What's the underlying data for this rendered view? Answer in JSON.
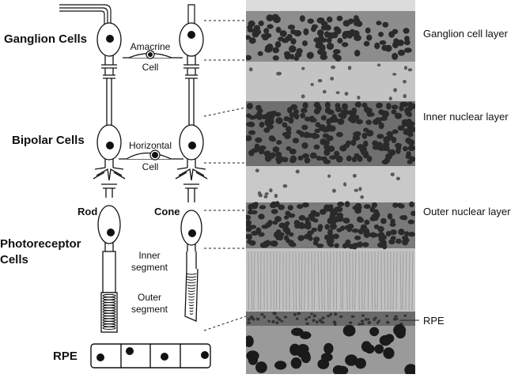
{
  "left_labels": {
    "ganglion": "Ganglion Cells",
    "bipolar": "Bipolar Cells",
    "photoreceptor_line1": "Photoreceptor",
    "photoreceptor_line2": "Cells",
    "rpe": "RPE"
  },
  "cell_labels": {
    "amacrine_line1": "Amacrine",
    "amacrine_line2": "Cell",
    "horizontal_line1": "Horizontal",
    "horizontal_line2": "Cell",
    "rod": "Rod",
    "cone": "Cone",
    "inner_segment_line1": "Inner",
    "inner_segment_line2": "segment",
    "outer_segment_line1": "Outer",
    "outer_segment_line2": "segment"
  },
  "layer_labels": {
    "ganglion_layer": "Ganglion cell layer",
    "inner_nuclear": "Inner nuclear layer",
    "outer_nuclear": "Outer nuclear layer",
    "rpe": "RPE"
  },
  "colors": {
    "ink": "#111111",
    "tissue_bg": "#b9b9b9",
    "nucleus_dark": "#2a2a2a",
    "nucleus_light": "#5a5a5a"
  }
}
